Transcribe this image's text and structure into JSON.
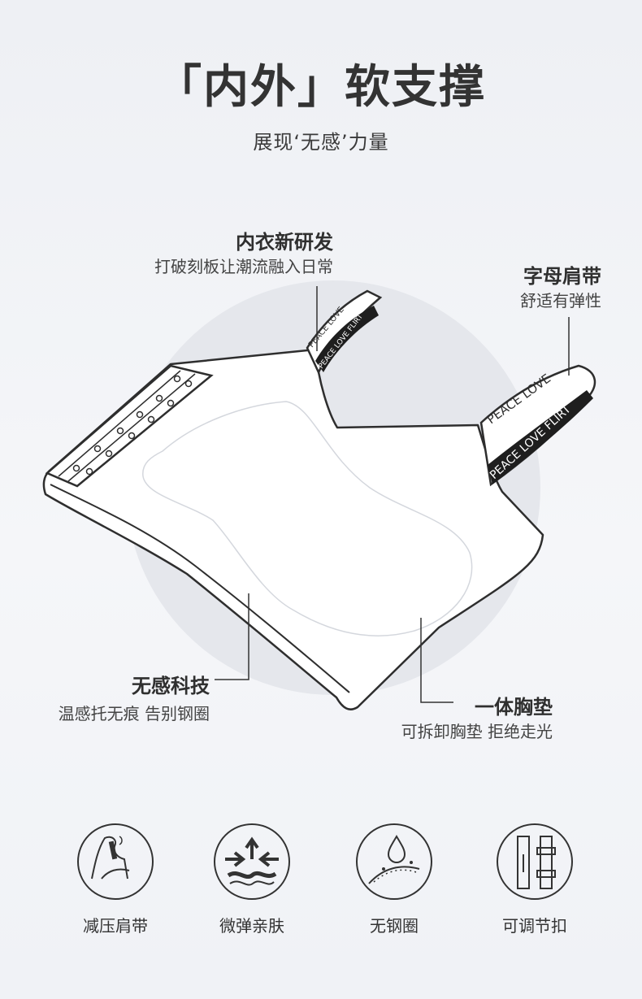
{
  "header": {
    "title": "「内外」软支撑",
    "subtitle": "展现‘无感’力量"
  },
  "annotations": {
    "top": {
      "title": "内衣新研发",
      "subtitle": "打破刻板让潮流融入日常"
    },
    "strap": {
      "title": "字母肩带",
      "subtitle": "舒适有弹性"
    },
    "left": {
      "title": "无感科技",
      "subtitle": "温感托无痕 告别钢圈"
    },
    "pad": {
      "title": "一体胸垫",
      "subtitle": "可拆卸胸垫 拒绝走光"
    }
  },
  "strap_text": {
    "left_upper": "PEACE LOVE",
    "left_lower": "PEACE LOVE FLIRT",
    "right_upper": "PEACE LOVE",
    "right_lower": "PEACE LOVE FLIRT"
  },
  "features": [
    {
      "label": "减压肩带",
      "icon": "shoulder-strap-icon"
    },
    {
      "label": "微弹亲肤",
      "icon": "micro-elastic-icon"
    },
    {
      "label": "无钢圈",
      "icon": "no-wire-icon"
    },
    {
      "label": "可调节扣",
      "icon": "adjustable-buckle-icon"
    }
  ],
  "colors": {
    "line": "#2e2e2e",
    "background": "#eef0f4",
    "halo": "#e4e6eb"
  }
}
